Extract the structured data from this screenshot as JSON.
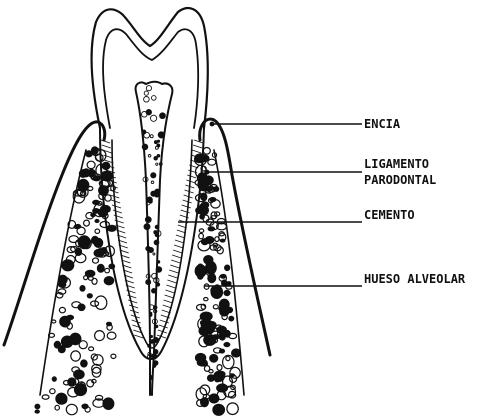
{
  "labels": {
    "encia": "ENCIA",
    "ligamento_line1": "LIGAMENTO",
    "ligamento_line2": "PARODONTAL",
    "cemento": "CEMENTO",
    "hueso": "HUESO ALVEOLAR"
  },
  "colors": {
    "ink": "#111111",
    "background": "#ffffff"
  }
}
